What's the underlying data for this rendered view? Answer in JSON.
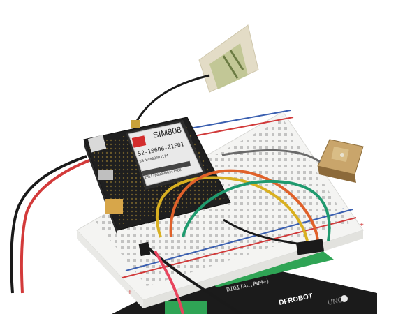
{
  "photo": {
    "module": {
      "brand": "SIM808",
      "serial": "S2-10606-Z1F01",
      "line3": "SN:W4808R03114",
      "imei": "IMEI:8680000247568"
    },
    "arduino": {
      "brand": "DFROBOT",
      "header_label": "DIGITAL(PWM~)",
      "board_name": "UNO"
    },
    "rail_marks": [
      "+",
      "-",
      "+",
      "-"
    ],
    "colors": {
      "background": "#ffffff",
      "module_pcb": "#1f1f1f",
      "shield": "#e8e8e8",
      "breadboard": "#f4f4f2",
      "rail_red": "#d13a3a",
      "rail_blue": "#3a5fb0",
      "wire_black": "#1a1a1a",
      "wire_red": "#d33a3a",
      "wire_yellow": "#d9b021",
      "wire_orange": "#e0612a",
      "wire_green": "#1f9a6e",
      "wire_pink": "#e8445d",
      "gps_antenna": "#c9a56b",
      "gps_tape": "#b9c28a",
      "arduino_pcb": "#1b1b1b",
      "header_green": "#2fa455"
    }
  }
}
